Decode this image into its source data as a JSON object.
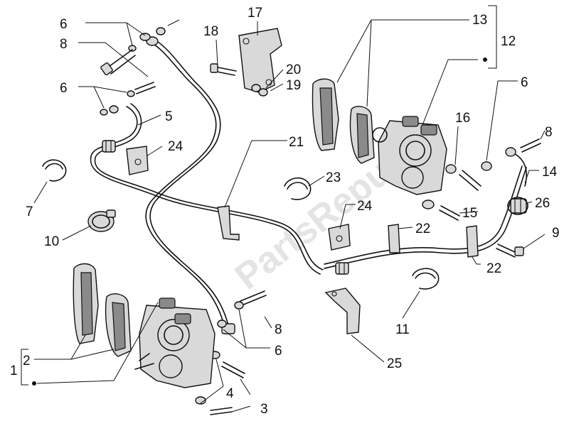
{
  "diagram": {
    "watermark": "PartsRepublik",
    "callouts": {
      "c1": "1",
      "c2": "2",
      "c3": "3",
      "c4": "4",
      "c5": "5",
      "c6a": "6",
      "c6b": "6",
      "c6c": "6",
      "c6d": "6",
      "c7": "7",
      "c8a": "8",
      "c8b": "8",
      "c8c": "8",
      "c9": "9",
      "c10": "10",
      "c11": "11",
      "c12": "12",
      "c13": "13",
      "c14": "14",
      "c15": "15",
      "c16": "16",
      "c17": "17",
      "c18": "18",
      "c19": "19",
      "c20": "20",
      "c21": "21",
      "c22a": "22",
      "c22b": "22",
      "c23": "23",
      "c24a": "24",
      "c24b": "24",
      "c25": "25",
      "c26": "26"
    }
  }
}
